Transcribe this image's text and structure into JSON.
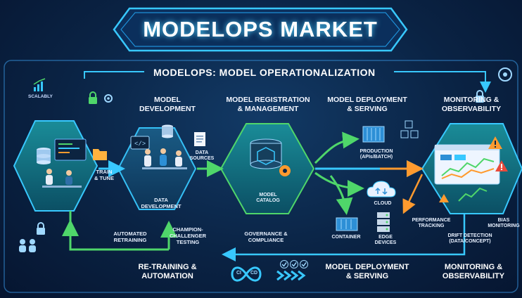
{
  "title": "MODELOPS MARKET",
  "subtitle": "MODELOPS: MODEL OPERATIONALIZATION",
  "scalably": "SCALABLY",
  "stages": {
    "model_development": "MODEL\nDEVELOPMENT",
    "registration": "MODEL REGISTRATION\n& MANAGEMENT",
    "deployment": "MODEL DEPLOYMENT\n& SERVING",
    "monitoring": "MONITORING &\nOBSERVABILITY"
  },
  "labels": {
    "train_tune": "TRAIN\n& TUNE",
    "data_sources": "DATA\nSOURCES",
    "data_development": "DATA\nDEVELOPMENT",
    "model_catalog": "MODEL\nCATALOG",
    "production": "PRODUCTION\n(APIs/BATCH)",
    "cloud": "CLOUD",
    "container": "CONTAINER",
    "edge_devices": "EDGE\nDEVICES",
    "automated_retraining": "AUTOMATED\nRETRAINING",
    "champion_challenger": "CHAMPION-\nCHALLENGER\nTESTING",
    "governance": "GOVERNANCE &\nCOMPLIANCE",
    "performance_tracking": "PERFORMANCE\nTRACKING",
    "drift_detection": "DRIFT DETECTION\n(DATA/CONCEPT)",
    "bias_monitoring": "BIAS\nMONITORING"
  },
  "bottom": {
    "retraining": "RE-TRAINING &\nAUTOMATION",
    "deployment": "MODEL DEPLOYMENT\n& SERVING",
    "monitoring": "MONITORING &\nOBSERVABILITY",
    "ci": "CI",
    "cd": "CD"
  },
  "colors": {
    "background": "#0a2344",
    "accent_cyan": "#38c8ff",
    "accent_green": "#4fd66a",
    "accent_orange": "#ff9a2e",
    "hex_teal": "#0f7a86"
  },
  "icons": [
    "line-chart-icon",
    "lock-icon",
    "gear-icon",
    "database-icon",
    "folder-icon",
    "document-icon",
    "code-icon",
    "people-icon",
    "cloud-icon",
    "container-icon",
    "server-icon",
    "warning-icon",
    "dashboard-icon",
    "infinity-icon",
    "checkmark-icon"
  ]
}
